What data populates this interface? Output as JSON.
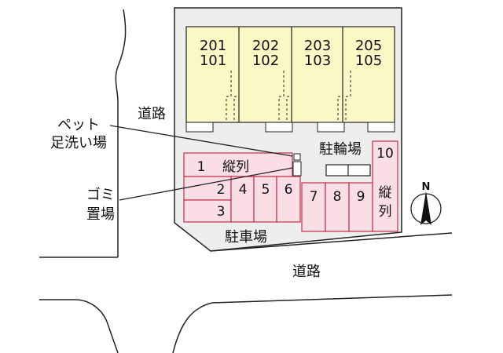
{
  "units": [
    {
      "upper": "201",
      "lower": "101"
    },
    {
      "upper": "202",
      "lower": "102"
    },
    {
      "upper": "203",
      "lower": "103"
    },
    {
      "upper": "205",
      "lower": "105"
    }
  ],
  "labels": {
    "road_left": "道路",
    "road_bottom": "道路",
    "pet_wash_line1": "ペット",
    "pet_wash_line2": "足洗い場",
    "garbage_line1": "ゴミ",
    "garbage_line2": "置場",
    "bicycle_parking": "駐輪場",
    "parking": "駐車場",
    "north": "N"
  },
  "parking_stalls": {
    "stall_1": "1",
    "stall_1_note": "縦列",
    "stall_2": "2",
    "stall_3": "3",
    "stall_4": "4",
    "stall_5": "5",
    "stall_6": "6",
    "stall_7": "7",
    "stall_8": "8",
    "stall_9": "9",
    "stall_10": "10",
    "stall_10_note_line1": "縦",
    "stall_10_note_line2": "列"
  },
  "colors": {
    "building_fill": "#fcf8c6",
    "parking_fill": "#fbdde6",
    "parking_border": "#c0304a",
    "lot_fill": "#eeeeee",
    "line": "#222222"
  }
}
